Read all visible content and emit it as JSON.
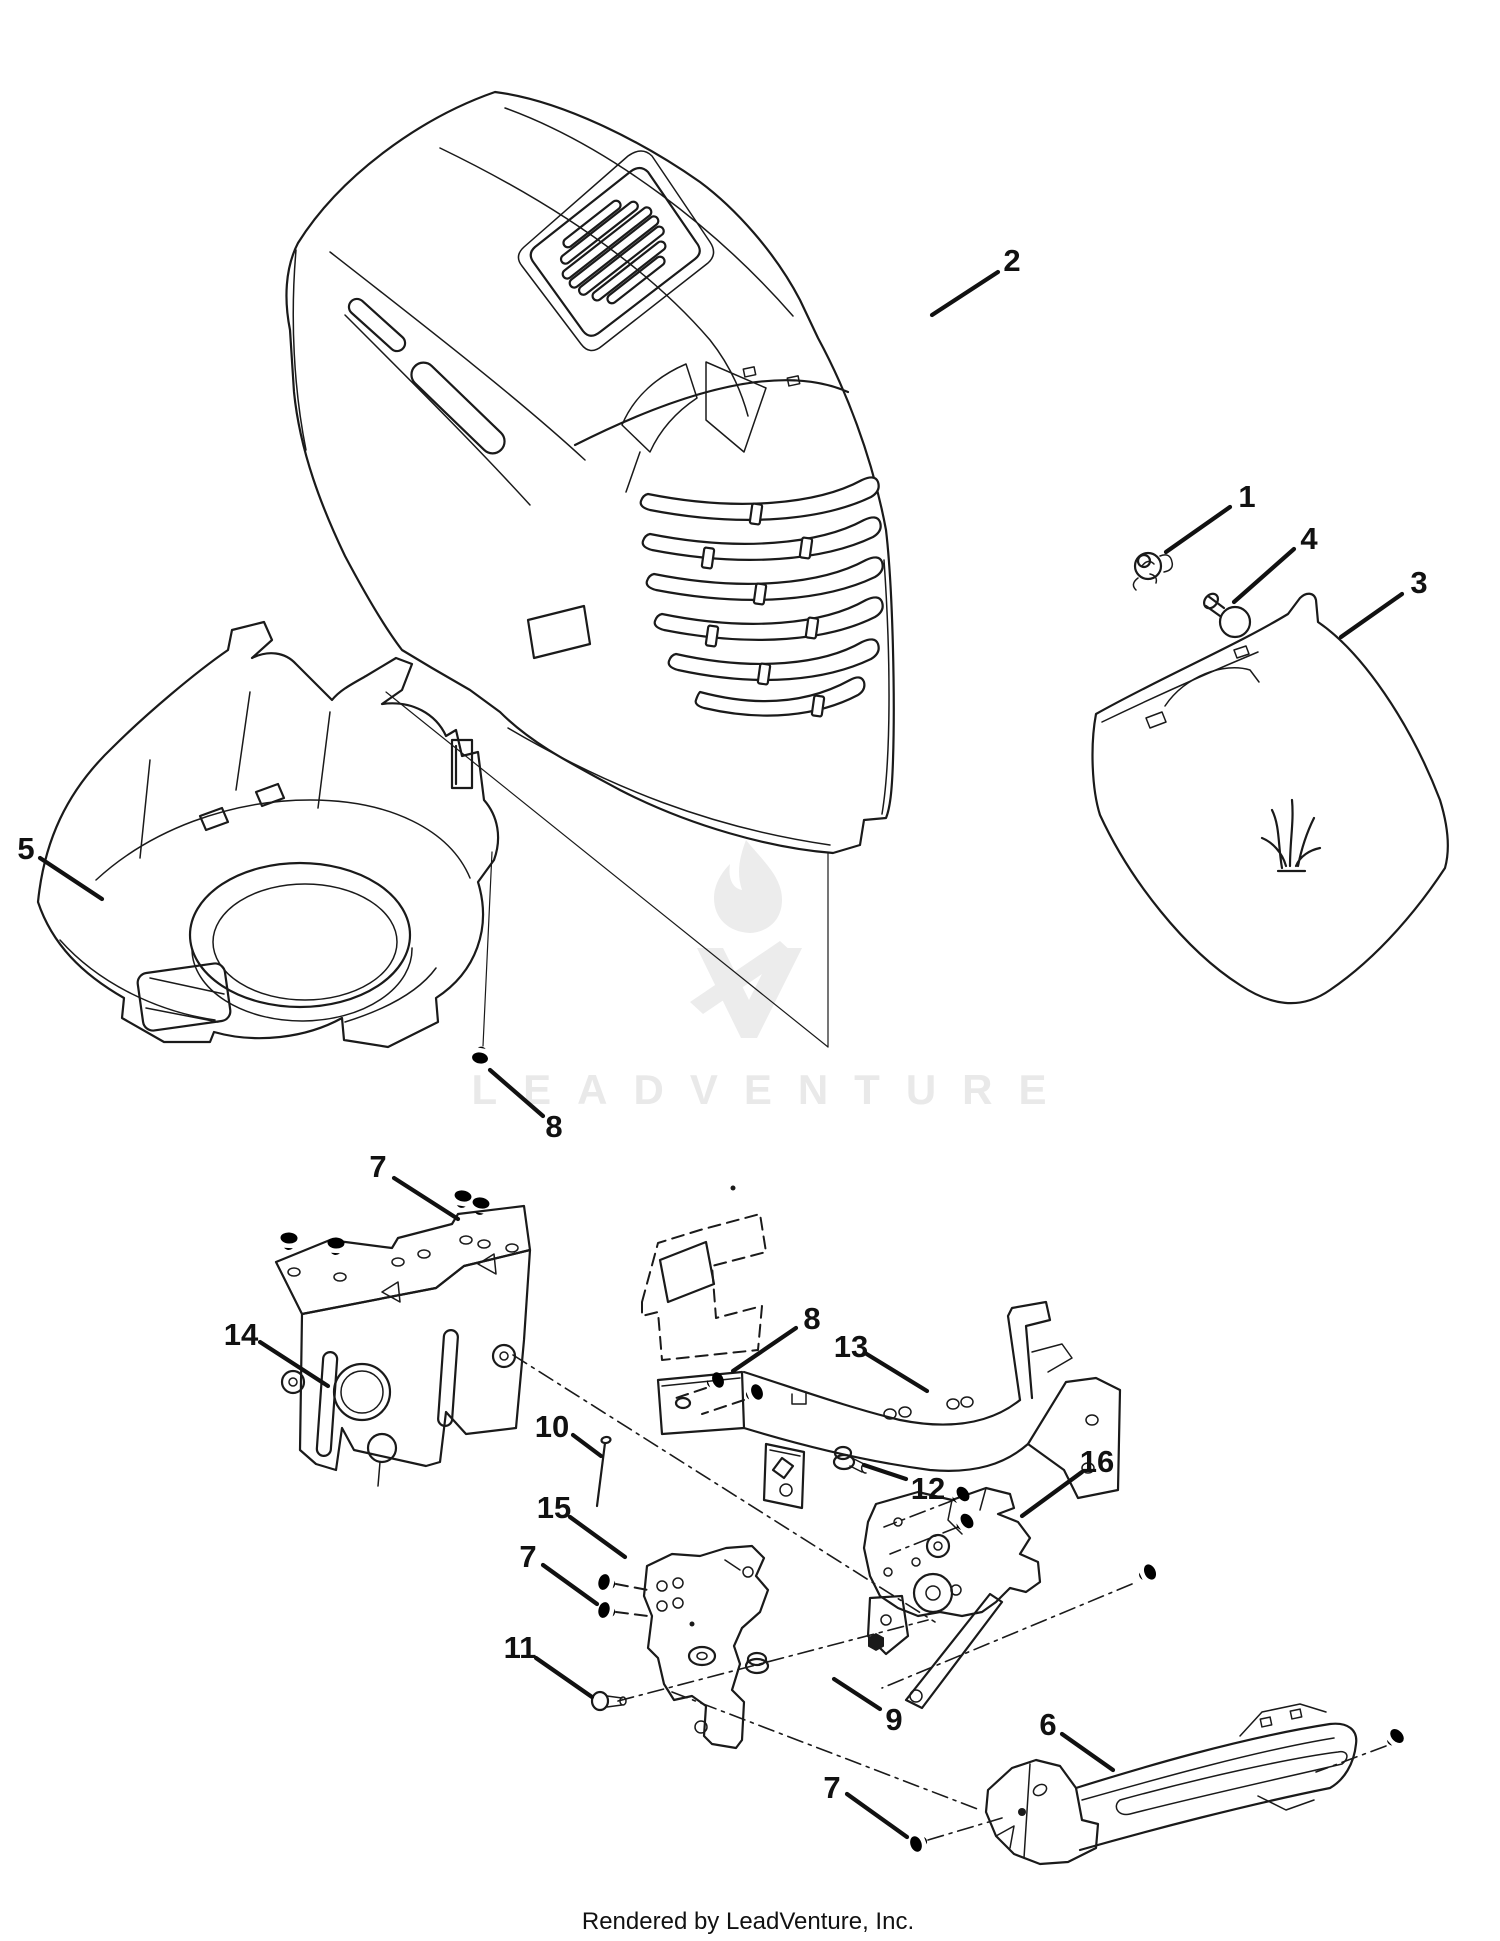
{
  "diagram": {
    "footer": "Rendered by LeadVenture, Inc.",
    "watermark": {
      "text": "LEADVENTURE",
      "logo": "flame-v-monogram",
      "logo_color": "#ececec",
      "text_color": "#e9e9e9"
    },
    "style": {
      "line_color": "#1a1a1a",
      "background": "#ffffff"
    },
    "callouts": [
      {
        "id": "callout-2",
        "label": "2"
      },
      {
        "id": "callout-1",
        "label": "1"
      },
      {
        "id": "callout-4",
        "label": "4"
      },
      {
        "id": "callout-3",
        "label": "3"
      },
      {
        "id": "callout-5",
        "label": "5"
      },
      {
        "id": "callout-8a",
        "label": "8"
      },
      {
        "id": "callout-7a",
        "label": "7"
      },
      {
        "id": "callout-14",
        "label": "14"
      },
      {
        "id": "callout-10",
        "label": "10"
      },
      {
        "id": "callout-8b",
        "label": "8"
      },
      {
        "id": "callout-13",
        "label": "13"
      },
      {
        "id": "callout-12",
        "label": "12"
      },
      {
        "id": "callout-16",
        "label": "16"
      },
      {
        "id": "callout-15",
        "label": "15"
      },
      {
        "id": "callout-7b",
        "label": "7"
      },
      {
        "id": "callout-11",
        "label": "11"
      },
      {
        "id": "callout-9",
        "label": "9"
      },
      {
        "id": "callout-6",
        "label": "6"
      },
      {
        "id": "callout-7c",
        "label": "7"
      }
    ]
  }
}
